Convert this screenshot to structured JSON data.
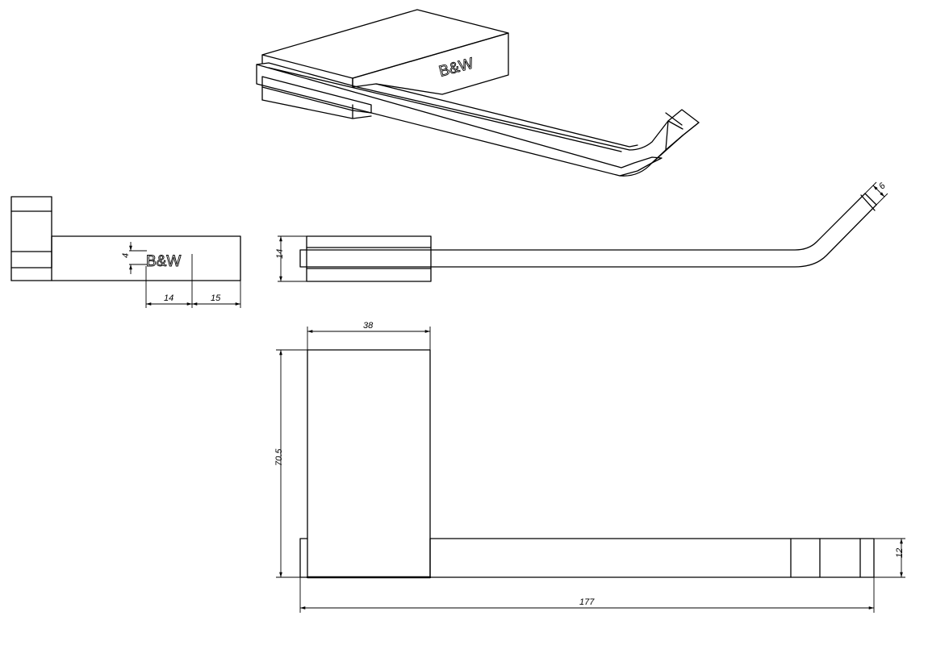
{
  "brand": {
    "logo_text": "B&W"
  },
  "dimensions": {
    "logo_height": "4",
    "logo_offset_1": "14",
    "logo_offset_2": "15",
    "plate_thickness": "14",
    "arm_thickness": "6",
    "plate_width": "38",
    "plate_height": "70.5",
    "arm_height": "12",
    "total_length": "177"
  }
}
